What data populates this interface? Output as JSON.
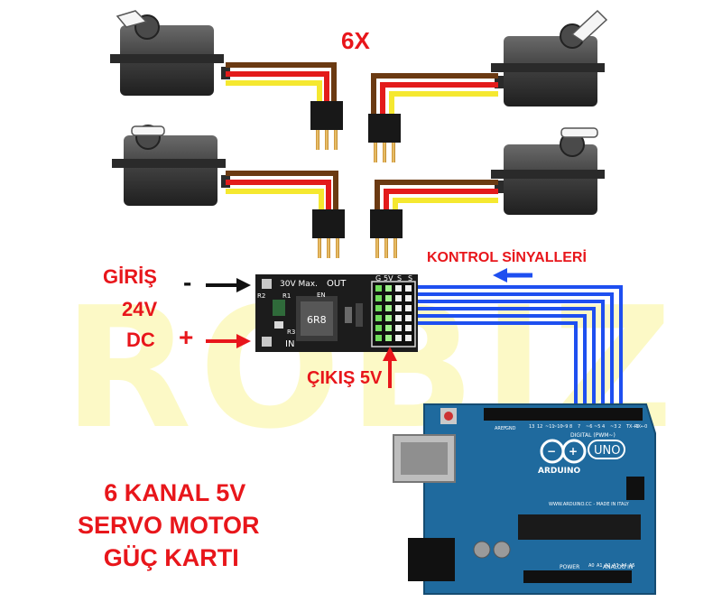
{
  "watermark": "ROBIZ",
  "servo_count": "6X",
  "input": {
    "title": "GİRİŞ",
    "voltage": "24V",
    "type": "DC",
    "minus": "-",
    "plus": "+"
  },
  "output_label": "ÇIKIŞ 5V",
  "control_label": "KONTROL SİNYALLERİ",
  "board": {
    "max_label": "30V Max.",
    "out_label": "OUT",
    "in_label": "IN",
    "en_label": "EN",
    "inductor_label": "6R8",
    "r1": "R1",
    "r2": "R2",
    "r3": "R3",
    "header_labels": [
      "G",
      "5V",
      "S",
      "S"
    ]
  },
  "arduino": {
    "brand": "ARDUINO",
    "model": "UNO",
    "digital_label": "DIGITAL (PWM~)",
    "analog_label": "ANALOG IN",
    "power_label": "POWER",
    "aref": "AREF",
    "gnd": "GND",
    "pin_numbers": [
      "13",
      "12",
      "~11",
      "~10",
      "~9",
      "8",
      "7",
      "~6",
      "~5",
      "4",
      "~3",
      "2",
      "TX→1",
      "RX←0"
    ],
    "analog_pins": [
      "A0",
      "A1",
      "A2",
      "A3",
      "A4",
      "A5"
    ],
    "footer": "WWW.ARDUINO.CC - MADE IN ITALY"
  },
  "colors": {
    "accent_red": "#e8161b",
    "signal_blue": "#1e4ff0",
    "board_dark": "#1c1c1c",
    "arduino_blue": "#1f6a9e",
    "wire_brown": "#6b3a12",
    "wire_red": "#e31b1b",
    "wire_yellow": "#f5e830"
  },
  "title": {
    "line1": "6 KANAL 5V",
    "line2": "SERVO MOTOR",
    "line3": "GÜÇ KARTI"
  }
}
